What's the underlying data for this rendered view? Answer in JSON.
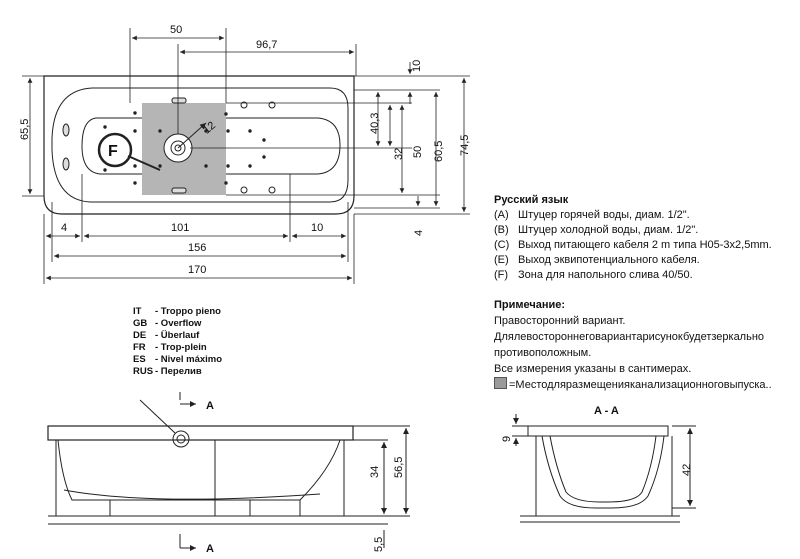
{
  "dims": {
    "top_50": "50",
    "top_96_7": "96,7",
    "left_65_5": "65,5",
    "r_10": "10",
    "r_40_3": "40,3",
    "r_32": "32",
    "r_50": "50",
    "r_60_5": "60,5",
    "r_74_5": "74,5",
    "r_4": "4",
    "r_12": "12",
    "b_4": "4",
    "b_101": "101",
    "b_10": "10",
    "b_156": "156",
    "b_170": "170",
    "side_34": "34",
    "side_56_5": "56,5",
    "side_5_5": "5,5",
    "aa_9": "9",
    "aa_42": "42"
  },
  "zone_label": "F",
  "section_title": "A - A",
  "section_marker": "A",
  "legend": {
    "heading": "Русский язык",
    "items": [
      {
        "key": "(A)",
        "text": "Штуцер горячей воды, диам. 1/2\"."
      },
      {
        "key": "(B)",
        "text": "Штуцер холодной воды, диам. 1/2\"."
      },
      {
        "key": "(C)",
        "text": "Выход питающего кабеля 2 m типа H05-3x2,5mm."
      },
      {
        "key": "(E)",
        "text": "Выход эквипотенциального кабеля."
      },
      {
        "key": "(F)",
        "text": "Зона для напольного слива 40/50."
      }
    ]
  },
  "note": {
    "heading": "Примечание:",
    "lines": [
      "Правосторонний вариант.",
      "Длялевостороннеговариантарисунокбудетзеркально",
      "противоположным.",
      "Все измерения указаны в сантимерах."
    ],
    "swatch_text": "=Местодляразмещенияканализационноговыпуска.."
  },
  "overflow_labels": [
    {
      "code": "IT",
      "text": "- Troppo pieno"
    },
    {
      "code": "GB",
      "text": "- Overflow"
    },
    {
      "code": "DE",
      "text": "- Überlauf"
    },
    {
      "code": "FR",
      "text": "- Trop-plein"
    },
    {
      "code": "ES",
      "text": "- Nivel máximo"
    },
    {
      "code": "RUS",
      "text": "- Перелив"
    }
  ],
  "colors": {
    "line": "#222222",
    "zone": "#b5b5b5",
    "swatch": "#9a9a9a"
  }
}
